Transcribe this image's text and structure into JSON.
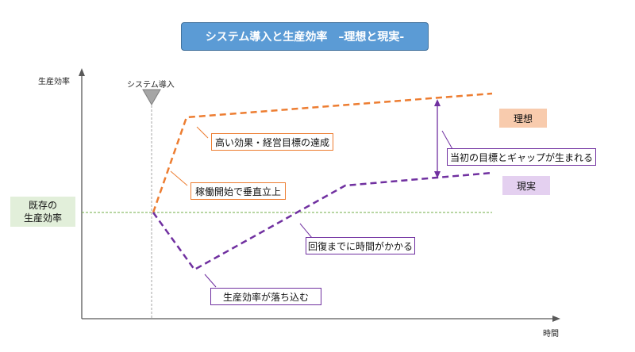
{
  "title": "システム導入と生産効率　–理想と現実-",
  "axis": {
    "y_label": "生産効率",
    "x_label": "時間"
  },
  "baseline_label": "既存の\n生産効率",
  "event_label": "システム導入",
  "tags": {
    "ideal": "理想",
    "real": "現実"
  },
  "callouts": {
    "high_effect": "高い効果・経営目標の達成",
    "vertical_rise": "稼働開始で垂直立上",
    "gap": "当初の目標とギャップが生まれる",
    "recovery": "回復までに時間がかかる",
    "drop": "生産効率が落ち込む"
  },
  "colors": {
    "title_bg": "#5b9bd5",
    "ideal": "#ed7d31",
    "ideal_tag_bg": "#f8cbad",
    "real": "#7030a0",
    "real_tag_bg": "#e4d0f0",
    "baseline": "#70ad47",
    "baseline_box_bg": "#e2efda",
    "axis": "#595959"
  }
}
